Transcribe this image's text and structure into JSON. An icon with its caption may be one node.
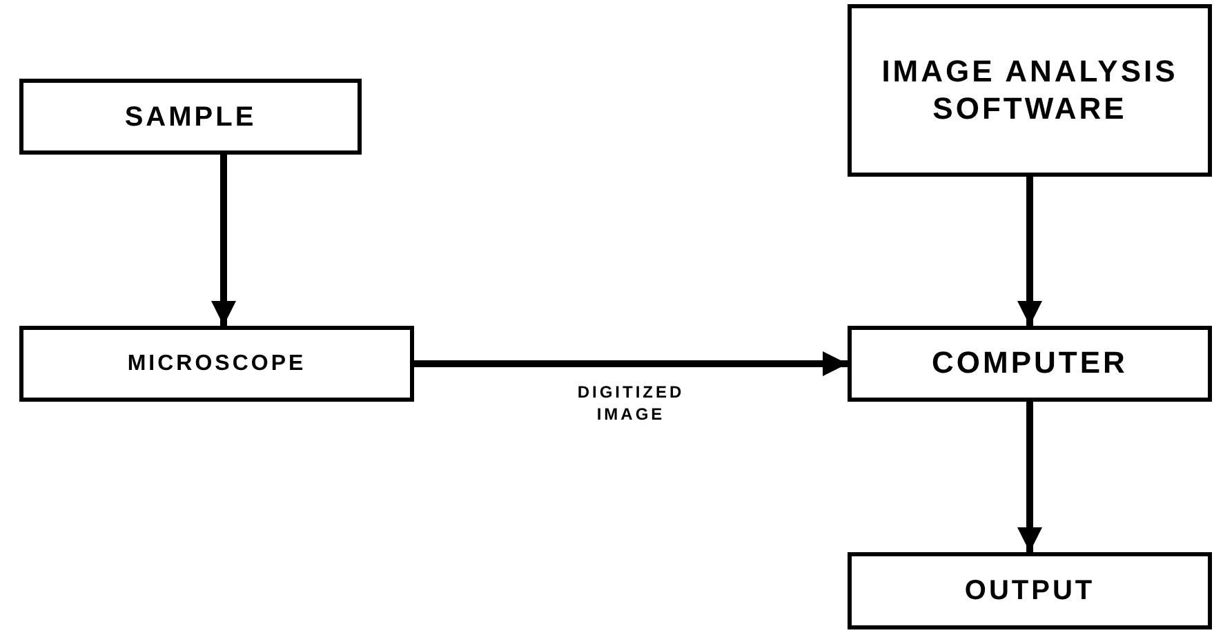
{
  "diagram": {
    "nodes": [
      {
        "text": [
          "SAMPLE"
        ]
      },
      {
        "text": [
          "IMAGE ANALYSIS SOFTWARE"
        ]
      },
      {
        "text": [
          "MICROSCOPE"
        ]
      },
      {
        "text": [
          "COMPUTER"
        ]
      },
      {
        "text": [
          "OUTPUT"
        ]
      }
    ],
    "edges": [
      {
        "from": 0,
        "to": 2,
        "arrow": "to"
      },
      {
        "from": 1,
        "to": 3,
        "arrow": "to"
      },
      {
        "from": 2,
        "to": 3,
        "arrow": "to",
        "label": "DIGITIZED IMAGE"
      },
      {
        "from": 3,
        "to": 4,
        "arrow": "to"
      }
    ]
  }
}
